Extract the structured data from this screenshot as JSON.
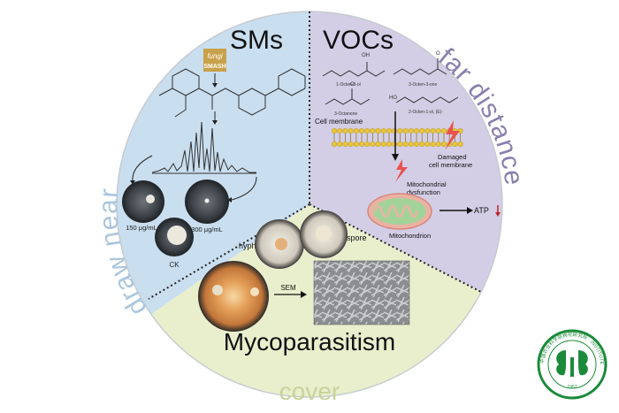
{
  "sectors": {
    "sms": {
      "title": "SMs",
      "color": "#c9deef"
    },
    "vocs": {
      "title": "VOCs",
      "color": "#d3cee6"
    },
    "myco": {
      "title": "Mycoparasitism",
      "color": "#e9efcd"
    }
  },
  "arc_labels": {
    "left": "draw near",
    "right": "far distance",
    "bottom": "cover"
  },
  "sms_panel": {
    "tool_line1": "fungi",
    "tool_line2": "SMASH",
    "dish_labels": [
      "150 μg/mL",
      "300 μg/mL",
      "CK"
    ]
  },
  "vocs_panel": {
    "compounds": [
      "1-Octen-3-ol",
      "3-Octen-3-one",
      "3-Octanone",
      "2-Octen-1-ol, (E)-"
    ],
    "cell_membrane": "Cell membrane",
    "damaged_membrane": [
      "Damaged",
      "cell membrane"
    ],
    "mito_dysfunction": [
      "Mitochondrial",
      "dysfunction"
    ],
    "mitochondrion": "Mitochondrion",
    "atp": "ATP"
  },
  "myco_panel": {
    "hypha": "hypha",
    "spore": "spore",
    "sem": "SEM"
  },
  "logo": {
    "text": "中国农业科学院棉花研究所 · INSTITUTE OF COTTON RESEARCH OF CAAS",
    "year": "1957",
    "color": "#1b8a3a"
  }
}
